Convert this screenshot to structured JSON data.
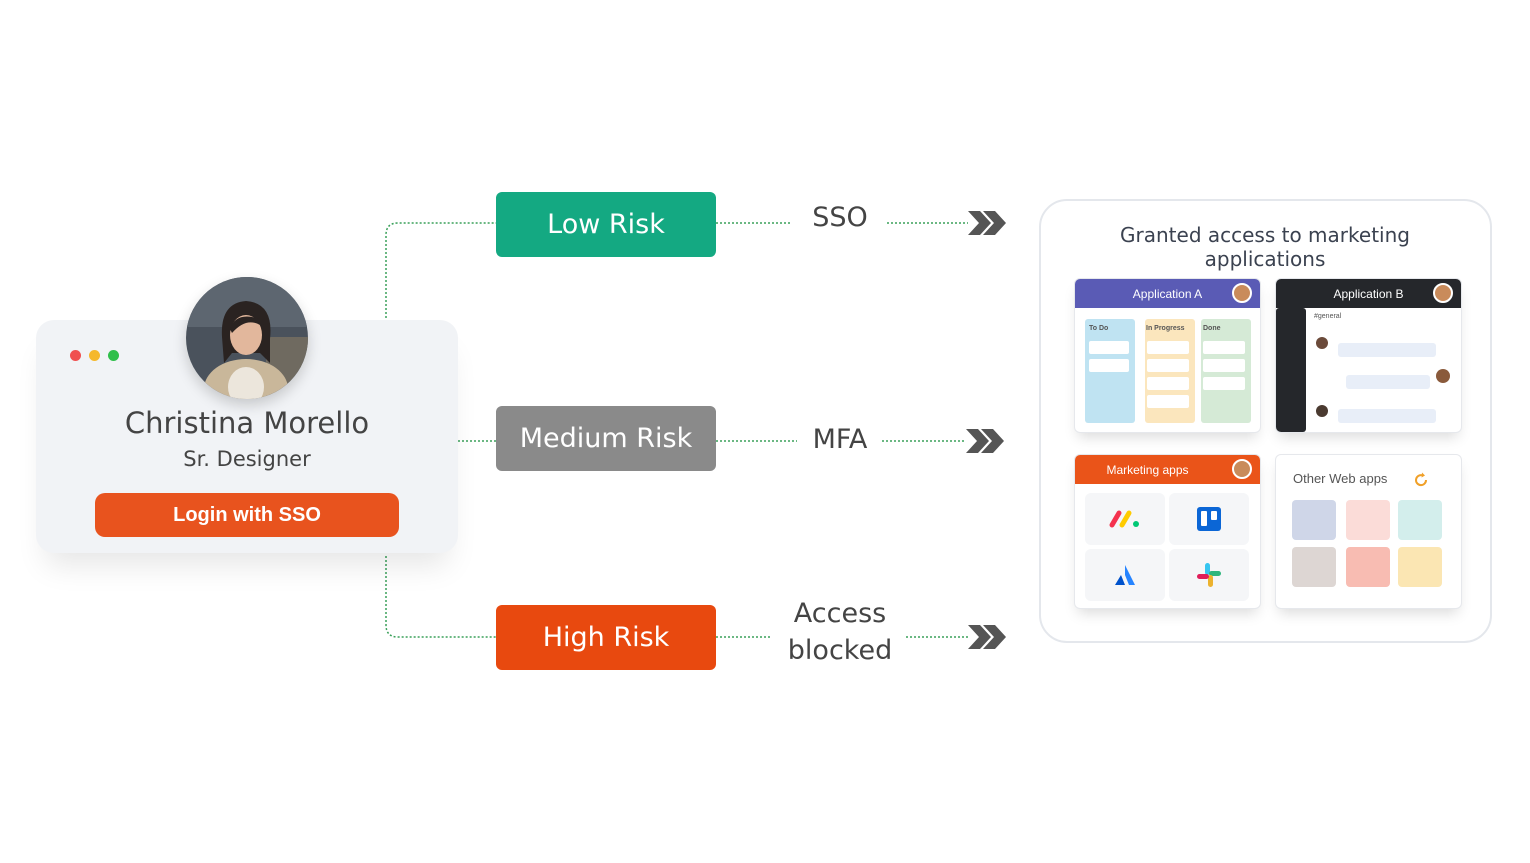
{
  "user": {
    "name": "Christina Morello",
    "role": "Sr. Designer",
    "login_button": "Login with SSO"
  },
  "risks": [
    {
      "label": "Low Risk",
      "outcome": "SSO",
      "color": "#14a982"
    },
    {
      "label": "Medium Risk",
      "outcome": "MFA",
      "color": "#8a8a8a"
    },
    {
      "label": "High Risk",
      "outcome_line1": "Access",
      "outcome_line2": "blocked",
      "color": "#e8490f"
    }
  ],
  "panel": {
    "title": "Granted access to marketing applications",
    "app_a": {
      "title": "Application A",
      "columns": [
        "To Do",
        "In Progress",
        "Done"
      ],
      "color": "#5a5bb5"
    },
    "app_b": {
      "title": "Application B",
      "channel": "#general",
      "color": "#25272b"
    },
    "marketing": {
      "title": "Marketing apps",
      "color": "#ea5419",
      "icons": [
        "monday-icon",
        "trello-icon",
        "atlassian-icon",
        "slack-icon"
      ]
    },
    "other": {
      "title": "Other Web apps"
    }
  },
  "colors": {
    "connector": "#3aa05a",
    "arrow": "#555555",
    "accent": "#e8531e"
  }
}
